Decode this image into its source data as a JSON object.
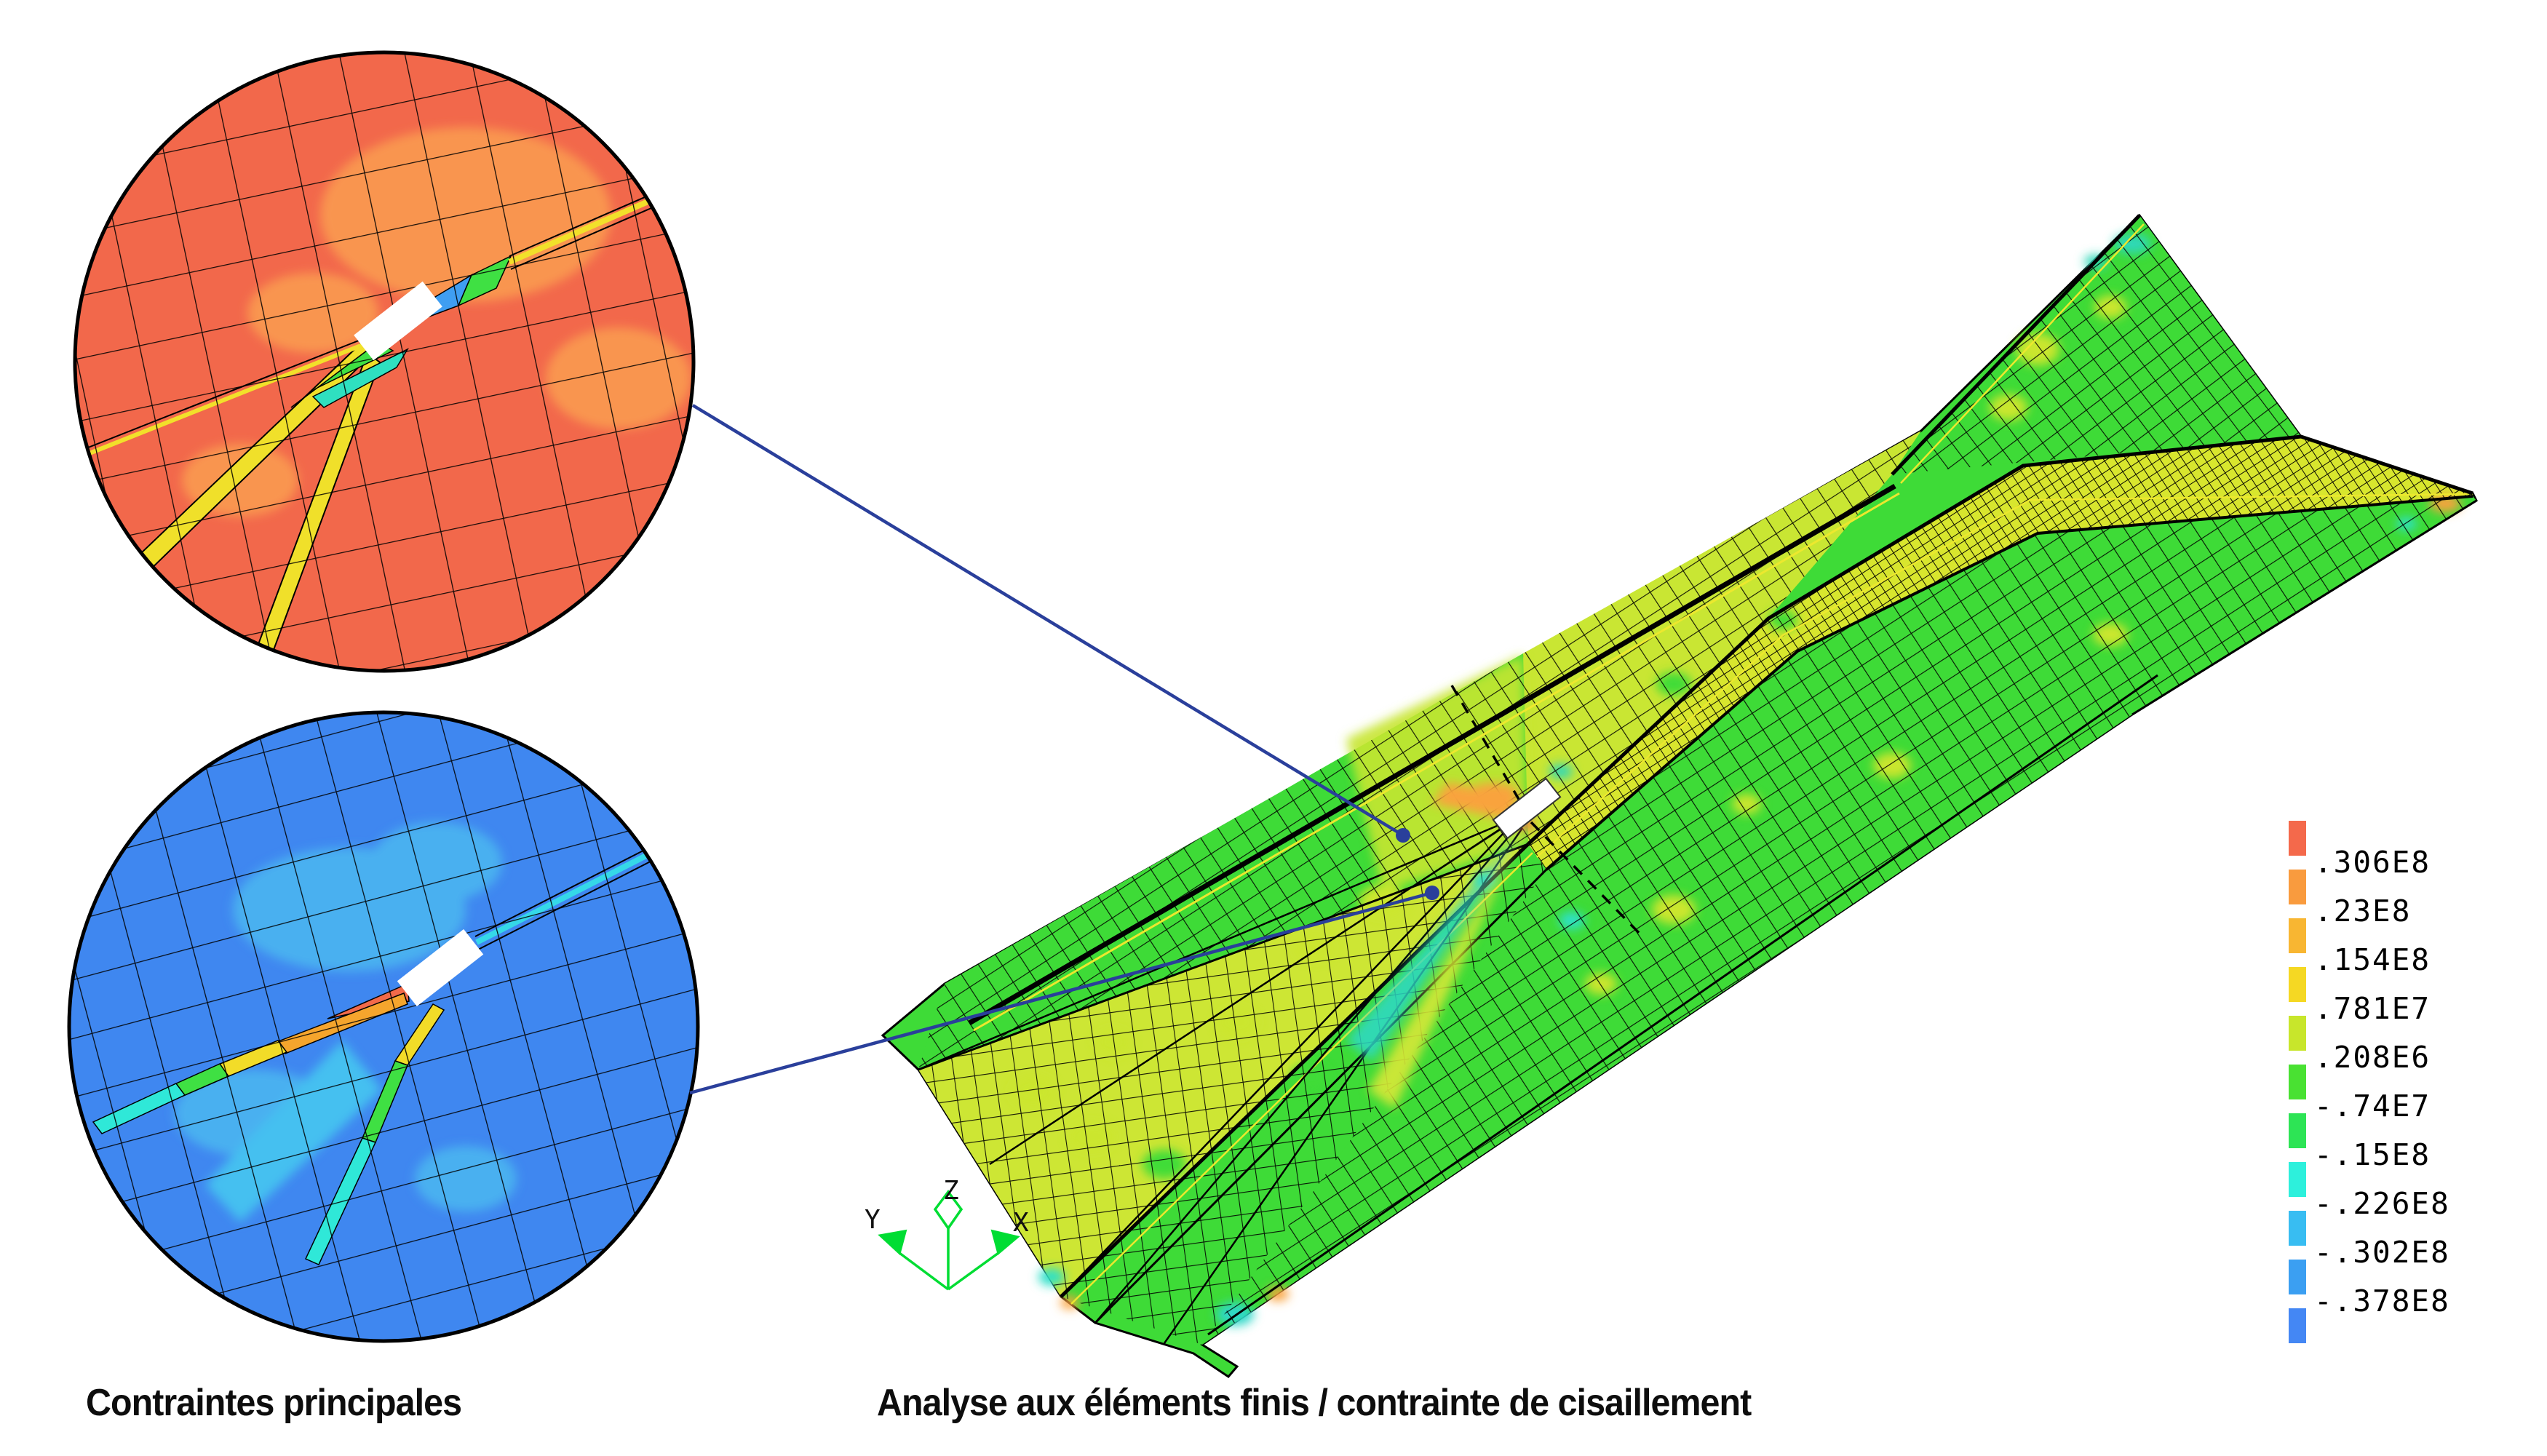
{
  "figure": {
    "caption_left": "Contraintes principales",
    "caption_center": "Analyse aux éléments finis / contrainte de cisaillement"
  },
  "legend": {
    "swatches": [
      "#f4694b",
      "#f99b3e",
      "#f8b632",
      "#f5d823",
      "#c8e62b",
      "#49e132",
      "#2de455",
      "#2df0dc",
      "#38bdf2",
      "#3b9ff2",
      "#4487f4"
    ],
    "labels": [
      ".306E8",
      ".23E8",
      ".154E8",
      ".781E7",
      ".208E6",
      "-.74E7",
      "-.15E8",
      "-.226E8",
      "-.302E8",
      "-.378E8"
    ]
  },
  "triad": {
    "x_label": "X",
    "y_label": "Y",
    "z_label": "Z",
    "axis_color": "#00dd33"
  },
  "palette": {
    "model_green": "#3edb37",
    "model_yellow_green": "#cde634",
    "band_yellow": "#d8e62e",
    "detail_circle_top_base": "#f2684b",
    "detail_circle_top_patch": "#f9954f",
    "detail_circle_bottom_base": "#3f87f0",
    "detail_circle_bottom_patch": "#49b0f0",
    "leader_line_blue": "#2a3f9b",
    "mesh_line": "#000000",
    "hotspot_orange": "#f9a33c",
    "hotspot_cyan": "#2fe0c8"
  }
}
